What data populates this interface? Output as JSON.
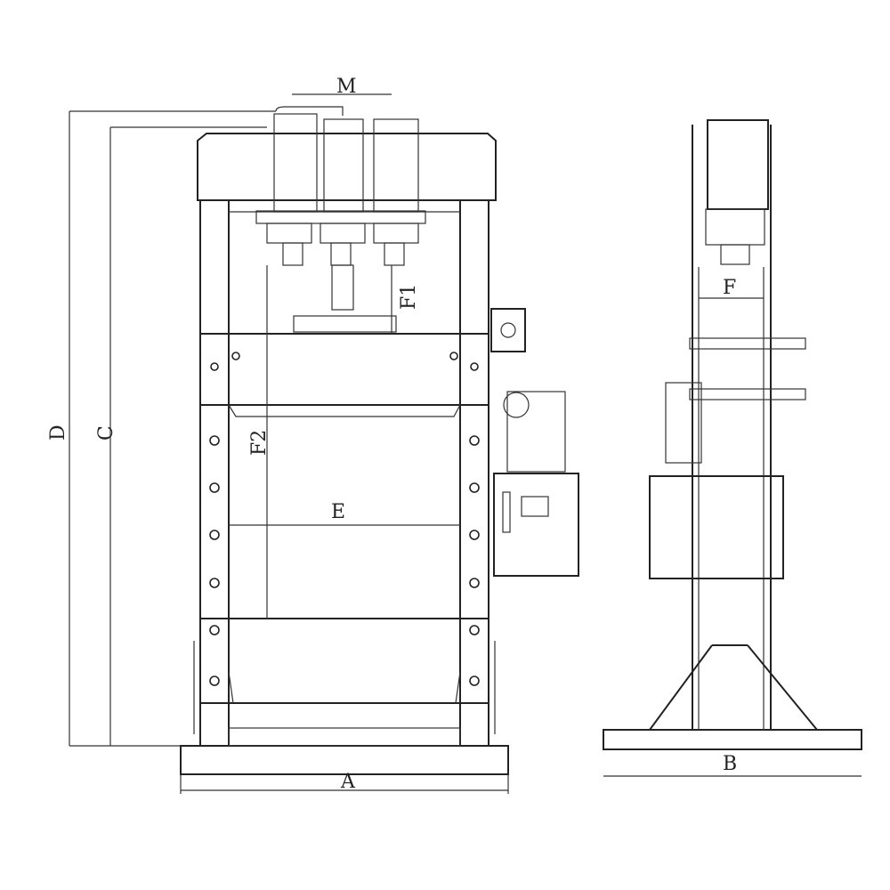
{
  "front_view": {
    "labels": {
      "M": "M",
      "D": "D",
      "C": "C",
      "F1": "F1",
      "F2": "F2",
      "E": "E",
      "A": "A"
    }
  },
  "side_view": {
    "labels": {
      "F": "F",
      "B": "B"
    }
  },
  "colors": {
    "line": "#222222",
    "background": "#ffffff"
  }
}
